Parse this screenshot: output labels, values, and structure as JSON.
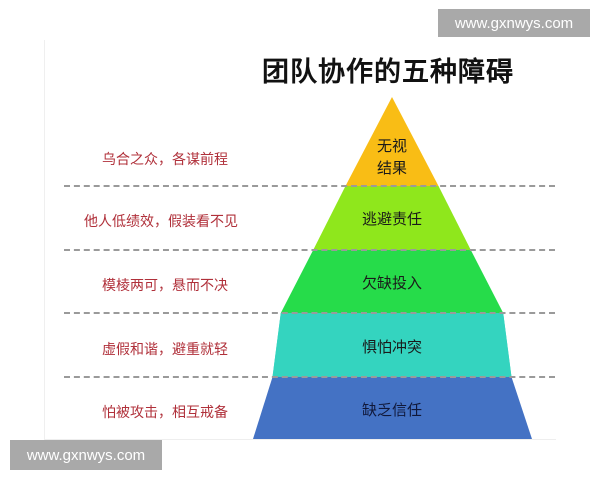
{
  "title": "团队协作的五种障碍",
  "watermarks": {
    "top_right": "www.gxnwys.com",
    "bottom_left": "www.gxnwys.com"
  },
  "colors": {
    "layer1": "#f9bd15",
    "layer2": "#8fe71c",
    "layer3": "#26dc4a",
    "layer4": "#34d4bf",
    "layer5": "#4472c4",
    "left_text": "#b0303a",
    "dash": "#9a9a9a"
  },
  "pyramid": {
    "layers": [
      {
        "label_line1": "无视",
        "label_line2": "结果",
        "description": "乌合之众，各谋前程"
      },
      {
        "label": "逃避责任",
        "description": "他人低绩效，假装看不见"
      },
      {
        "label": "欠缺投入",
        "description": "模棱两可，悬而不决"
      },
      {
        "label": "惧怕冲突",
        "description": "虚假和谐，避重就轻"
      },
      {
        "label": "缺乏信任",
        "description": "怕被攻击，相互戒备"
      }
    ]
  }
}
